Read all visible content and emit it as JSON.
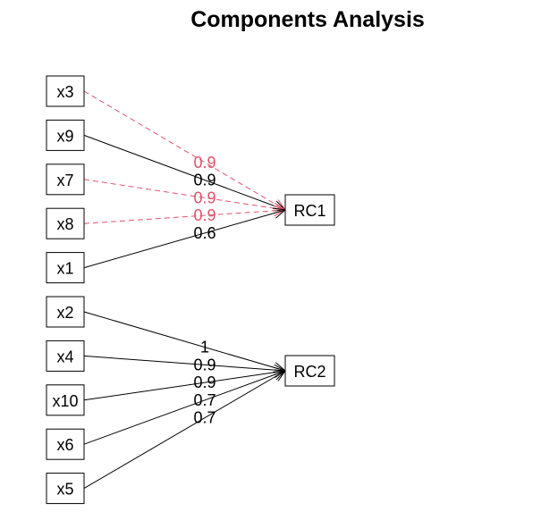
{
  "title": "Components Analysis",
  "colors": {
    "positive": "#000000",
    "negative": "#DF536B"
  },
  "variables": [
    {
      "id": "x3",
      "label": "x3"
    },
    {
      "id": "x9",
      "label": "x9"
    },
    {
      "id": "x7",
      "label": "x7"
    },
    {
      "id": "x8",
      "label": "x8"
    },
    {
      "id": "x1",
      "label": "x1"
    },
    {
      "id": "x2",
      "label": "x2"
    },
    {
      "id": "x4",
      "label": "x4"
    },
    {
      "id": "x10",
      "label": "x10"
    },
    {
      "id": "x6",
      "label": "x6"
    },
    {
      "id": "x5",
      "label": "x5"
    }
  ],
  "components": [
    {
      "id": "RC1",
      "label": "RC1"
    },
    {
      "id": "RC2",
      "label": "RC2"
    }
  ],
  "loadings": [
    {
      "from": "x3",
      "to": "RC1",
      "label": "0.9",
      "sign": "negative"
    },
    {
      "from": "x9",
      "to": "RC1",
      "label": "0.9",
      "sign": "positive"
    },
    {
      "from": "x7",
      "to": "RC1",
      "label": "0.9",
      "sign": "negative"
    },
    {
      "from": "x8",
      "to": "RC1",
      "label": "0.9",
      "sign": "negative"
    },
    {
      "from": "x1",
      "to": "RC1",
      "label": "0.6",
      "sign": "positive"
    },
    {
      "from": "x2",
      "to": "RC2",
      "label": "1",
      "sign": "positive"
    },
    {
      "from": "x4",
      "to": "RC2",
      "label": "0.9",
      "sign": "positive"
    },
    {
      "from": "x10",
      "to": "RC2",
      "label": "0.9",
      "sign": "positive"
    },
    {
      "from": "x6",
      "to": "RC2",
      "label": "0.7",
      "sign": "positive"
    },
    {
      "from": "x5",
      "to": "RC2",
      "label": "0.7",
      "sign": "positive"
    }
  ]
}
